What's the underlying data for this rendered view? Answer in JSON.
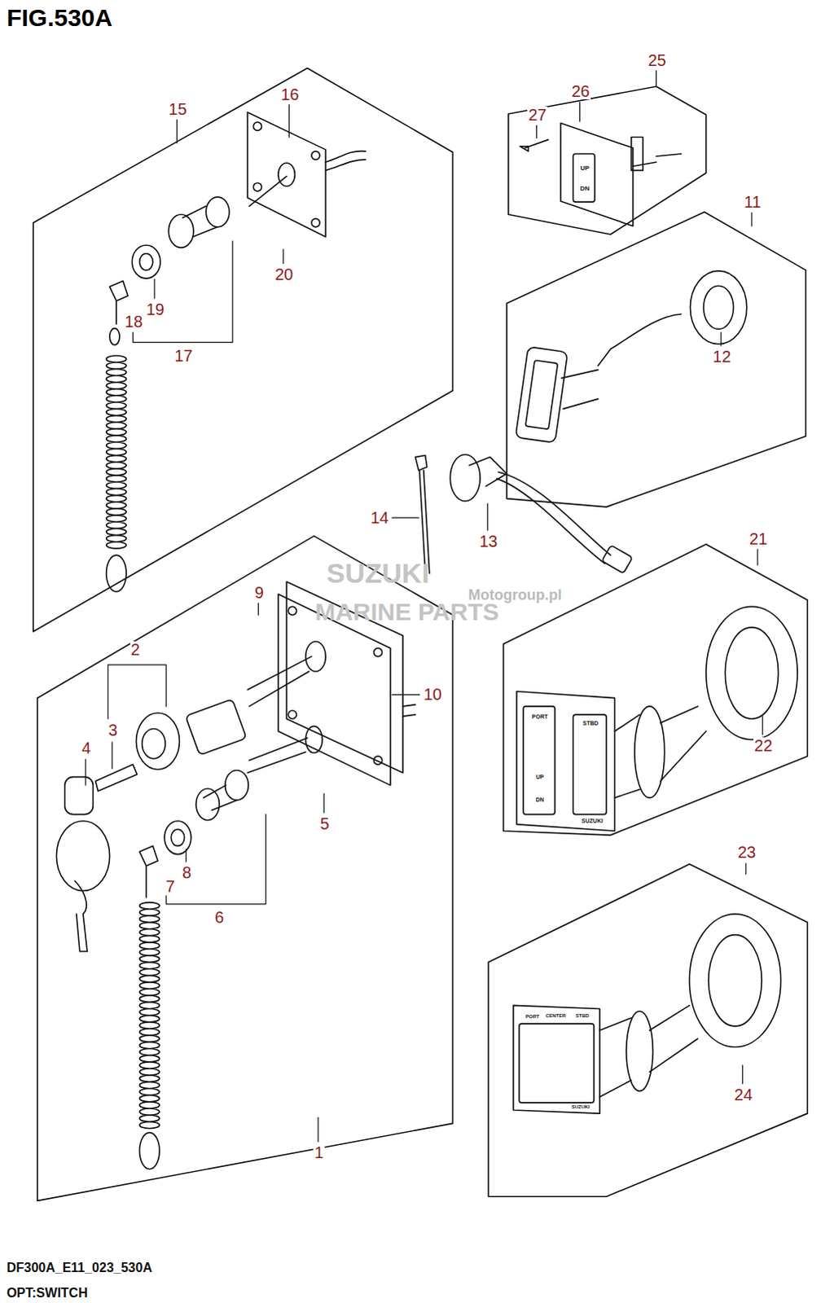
{
  "diagram": {
    "title": "FIG.530A",
    "caption": "OPT:SWITCH",
    "labels": [
      "15",
      "16",
      "25",
      "26",
      "27",
      "UP",
      "DN",
      "11",
      "19",
      "18",
      "20",
      "12",
      "17",
      "14",
      "13",
      "SUZUKI",
      "MARINE PARTS",
      "Motogroup.pl",
      "21",
      "9",
      "2",
      "10",
      "PORT",
      "STBD",
      "3",
      "4",
      "UP",
      "DN",
      "22",
      "SUZUKI",
      "5",
      "8",
      "7",
      "23",
      "6",
      "PORT",
      "CENTER",
      "STBD",
      "24",
      "SUZUKI",
      "1",
      "DF300A_E11_023_530A"
    ]
  }
}
